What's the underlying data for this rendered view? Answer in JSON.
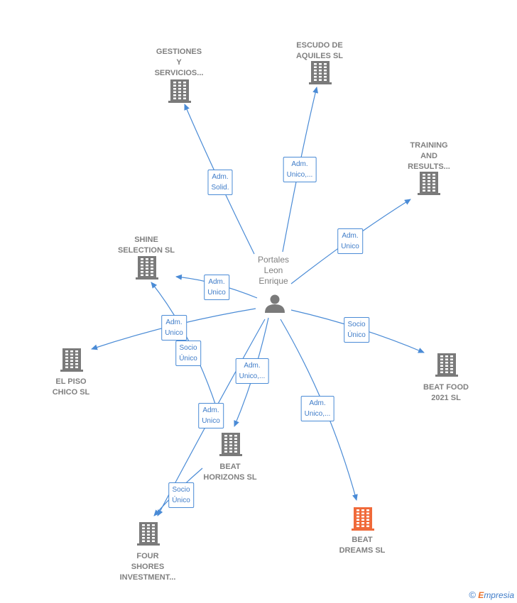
{
  "colors": {
    "edge": "#4a8bd6",
    "building": "#7a7a7a",
    "building_target": "#f06a3a",
    "person": "#7a7a7a"
  },
  "person": {
    "label": "Portales\nLeon\nEnrique",
    "icon": "person-icon"
  },
  "companies": [
    {
      "id": "gestiones",
      "label": "GESTIONES\nY\nSERVICIOS...",
      "icon": "building-icon"
    },
    {
      "id": "escudo",
      "label": "ESCUDO DE\nAQUILES  SL",
      "icon": "building-icon"
    },
    {
      "id": "training",
      "label": "TRAINING\nAND\nRESULTS...",
      "icon": "building-icon"
    },
    {
      "id": "shine",
      "label": "SHINE\nSELECTION  SL",
      "icon": "building-icon"
    },
    {
      "id": "elpiso",
      "label": "EL PISO\nCHICO  SL",
      "icon": "building-icon"
    },
    {
      "id": "beatfood",
      "label": "BEAT FOOD\n2021  SL",
      "icon": "building-icon"
    },
    {
      "id": "beathorizons",
      "label": "BEAT\nHORIZONS  SL",
      "icon": "building-icon"
    },
    {
      "id": "fourshores",
      "label": "FOUR\nSHORES\nINVESTMENT...",
      "icon": "building-icon"
    },
    {
      "id": "beatdreams",
      "label": "BEAT\nDREAMS  SL",
      "icon": "building-icon",
      "highlight": true
    }
  ],
  "relations": [
    {
      "to": "gestiones",
      "label": "Adm.\nSolid."
    },
    {
      "to": "escudo",
      "label": "Adm.\nUnico,..."
    },
    {
      "to": "training",
      "label": "Adm.\nUnico"
    },
    {
      "to": "shine",
      "label": "Adm.\nUnico"
    },
    {
      "to": "elpiso",
      "label": "Adm.\nUnico"
    },
    {
      "to": "beatfood",
      "label": "Socio\nÚnico"
    },
    {
      "to": "beathorizons",
      "label": "Adm.\nUnico,..."
    },
    {
      "to": "beatdreams",
      "label": "Adm.\nUnico,..."
    },
    {
      "to": "fourshores",
      "label": "Adm.\nUnico"
    },
    {
      "to": "shine",
      "label": "Socio\nÚnico"
    },
    {
      "to": "fourshores",
      "label": "Socio\nÚnico"
    }
  ],
  "footer": {
    "copyright": "©",
    "brand_first": "E",
    "brand_rest": "mpresia"
  }
}
